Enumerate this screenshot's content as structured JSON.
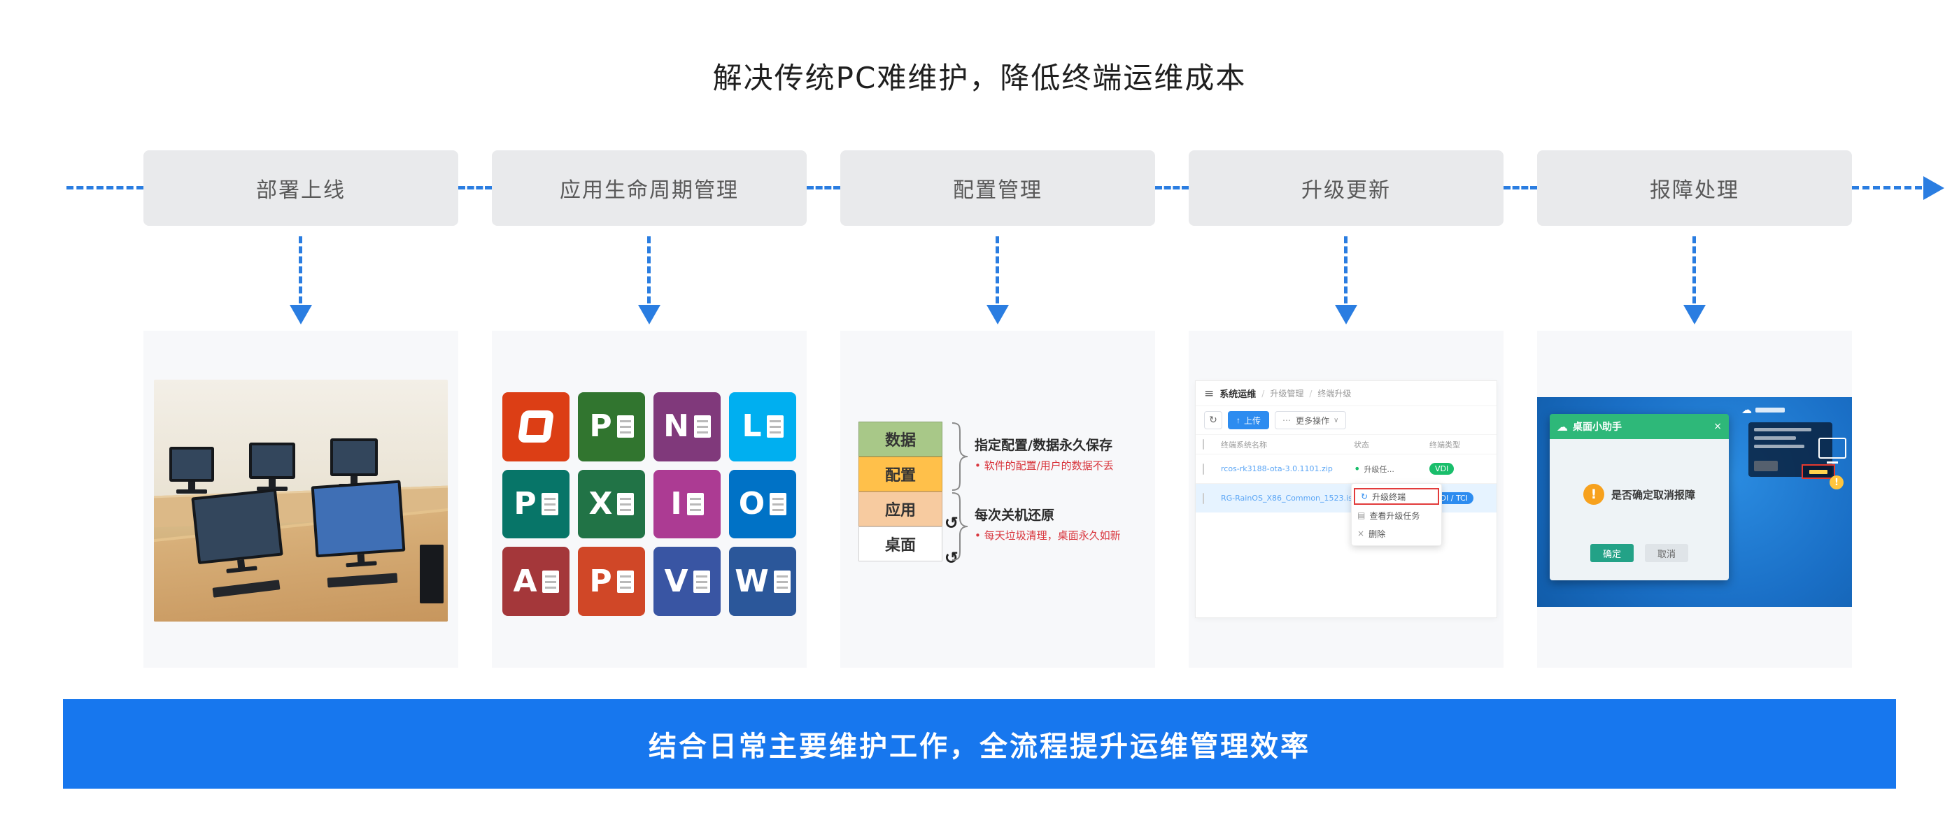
{
  "title": "解决传统PC难维护，降低终端运维成本",
  "banner": "结合日常主要维护工作，全流程提升运维管理效率",
  "colors": {
    "accent": "#2A7DE1",
    "banner_bg": "#1777EE"
  },
  "icons": {
    "hamburger": "≡",
    "refresh": "↻",
    "upload_arrow": "↑",
    "more_dots": "⋯",
    "caret": "∨",
    "restore": "↺",
    "upgrade": "↻",
    "view": "▤",
    "delete": "×",
    "cloud": "☁",
    "close": "×",
    "warning": "!",
    "status_dot": "•"
  },
  "steps": [
    {
      "label": "部署上线"
    },
    {
      "label": "应用生命周期管理"
    },
    {
      "label": "配置管理"
    },
    {
      "label": "升级更新"
    },
    {
      "label": "报障处理"
    }
  ],
  "office_suite": {
    "icons": [
      {
        "name": "office",
        "letter": "",
        "color": "#DC3E15"
      },
      {
        "name": "project",
        "letter": "P",
        "color": "#31752F"
      },
      {
        "name": "onenote",
        "letter": "N",
        "color": "#80397B"
      },
      {
        "name": "lync",
        "letter": "L",
        "color": "#00AFF0"
      },
      {
        "name": "publisher",
        "letter": "P",
        "color": "#077568"
      },
      {
        "name": "excel",
        "letter": "X",
        "color": "#217346"
      },
      {
        "name": "infopath",
        "letter": "I",
        "color": "#AC3B93"
      },
      {
        "name": "outlook",
        "letter": "O",
        "color": "#0072C6"
      },
      {
        "name": "access",
        "letter": "A",
        "color": "#A4373A"
      },
      {
        "name": "powerpoint",
        "letter": "P",
        "color": "#D04727"
      },
      {
        "name": "visio",
        "letter": "V",
        "color": "#3955A3"
      },
      {
        "name": "word",
        "letter": "W",
        "color": "#2B579A"
      }
    ]
  },
  "layers_diagram": {
    "layers": [
      {
        "label": "数据",
        "color": "#A8C888"
      },
      {
        "label": "配置",
        "color": "#FFC04A"
      },
      {
        "label": "应用",
        "color": "#F7CBA0"
      },
      {
        "label": "桌面",
        "color": "#FFFFFF"
      }
    ],
    "annotations": [
      {
        "title": "指定配置/数据永久保存",
        "bullet": "• 软件的配置/用户的数据不丢"
      },
      {
        "title": "每次关机还原",
        "bullet": "• 每天垃圾清理，桌面永久如新"
      }
    ]
  },
  "console": {
    "breadcrumb": {
      "root": "系统运维",
      "sep": "/",
      "section": "升级管理",
      "current": "终端升级"
    },
    "toolbar": {
      "upload": "上传",
      "more": "更多操作"
    },
    "table": {
      "columns": [
        "终端系统名称",
        "状态",
        "终端类型"
      ],
      "rows": [
        {
          "name": "rcos-rk3188-ota-3.0.1101.zip",
          "status": "升级任...",
          "type": "VDI"
        },
        {
          "name": "RG-RainOS_X86_Common_1523.iso",
          "status": "",
          "type": "VDI / TCI"
        }
      ]
    },
    "menu": {
      "items": [
        {
          "label": "升级终端"
        },
        {
          "label": "查看升级任务"
        },
        {
          "label": "删除"
        }
      ]
    }
  },
  "assistant": {
    "title": "桌面小助手",
    "message": "是否确定取消报障",
    "confirm_label": "确定",
    "cancel_label": "取消"
  }
}
